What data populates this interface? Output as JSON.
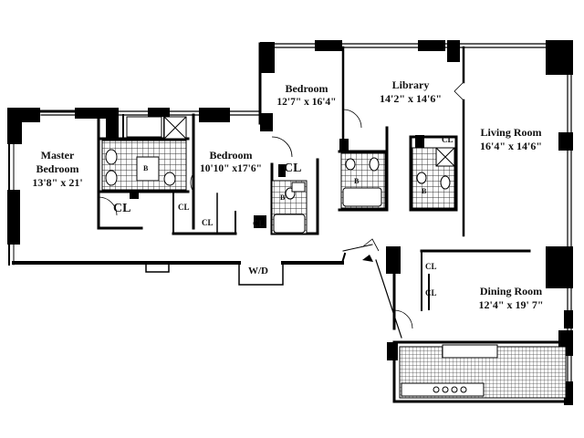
{
  "rooms": {
    "master_bedroom": {
      "name_line1": "Master",
      "name_line2": "Bedroom",
      "dims": "13'8\" x 21'"
    },
    "bedroom_2": {
      "name": "Bedroom",
      "dims": "10'10\" x17'6\""
    },
    "bedroom_1": {
      "name": "Bedroom",
      "dims": "12'7\" x 16'4\""
    },
    "library": {
      "name": "Library",
      "dims": "14'2\" x 14'6\""
    },
    "living_room": {
      "name": "Living Room",
      "dims": "16'4\" x 14'6\""
    },
    "dining_room": {
      "name": "Dining Room",
      "dims": "12'4\" x 19' 7\""
    }
  },
  "closets": {
    "large": "CL",
    "small": "CL"
  },
  "utility": {
    "washer_dryer": "W/D"
  },
  "bath_marker": "B"
}
